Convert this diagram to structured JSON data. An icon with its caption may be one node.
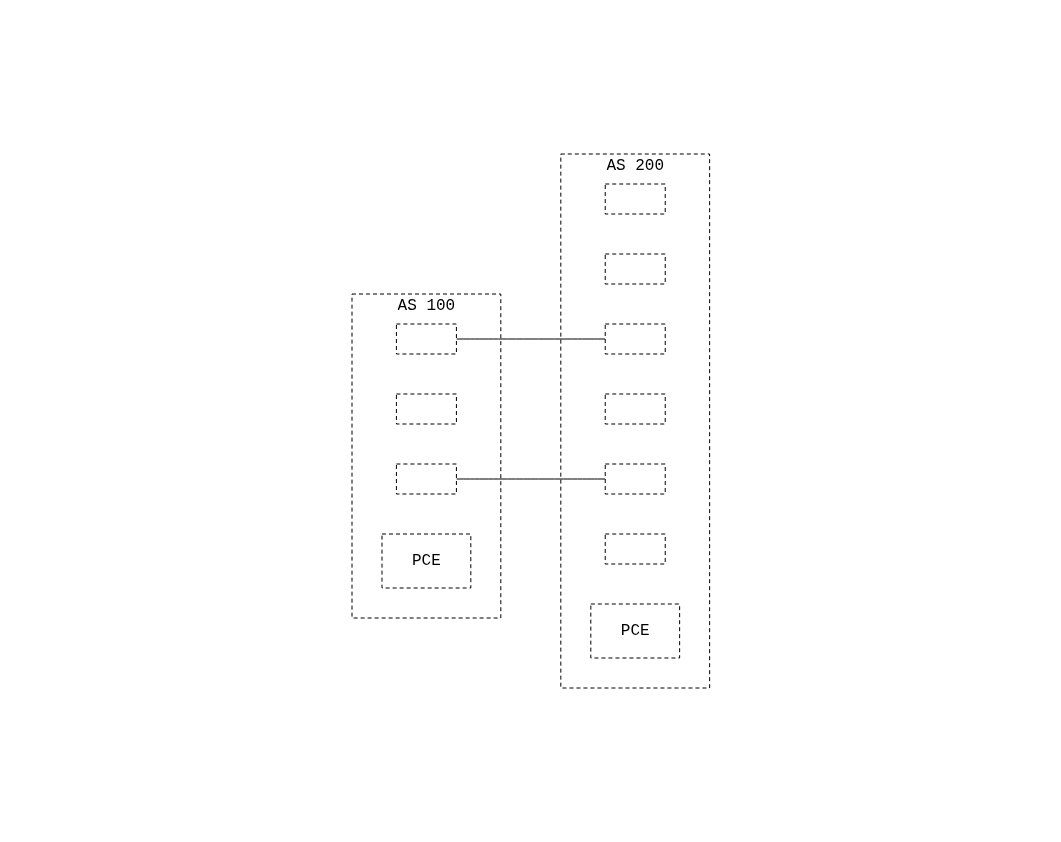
{
  "diagram": {
    "nodes": [
      {
        "text": [
          "AS 100"
        ]
      },
      {
        "text": [],
        "shape": "box",
        "in": 0
      },
      {
        "text": [],
        "shape": "box",
        "in": 0
      },
      {
        "text": [],
        "shape": "box",
        "in": 0
      },
      {
        "text": [
          "PCE"
        ],
        "in": 0
      },
      {
        "text": [
          "AS 200"
        ]
      },
      {
        "text": [],
        "shape": "box",
        "in": 5
      },
      {
        "text": [],
        "shape": "box",
        "in": 5
      },
      {
        "text": [],
        "shape": "box",
        "in": 5
      },
      {
        "text": [],
        "shape": "box",
        "in": 5
      },
      {
        "text": [],
        "shape": "box",
        "in": 5
      },
      {
        "text": [],
        "shape": "box",
        "in": 5
      },
      {
        "text": [
          "PCE"
        ],
        "in": 5
      }
    ],
    "edges": [
      {
        "from": 1,
        "to": 8,
        "arrow": "none"
      },
      {
        "from": 3,
        "to": 10,
        "arrow": "none"
      }
    ]
  }
}
